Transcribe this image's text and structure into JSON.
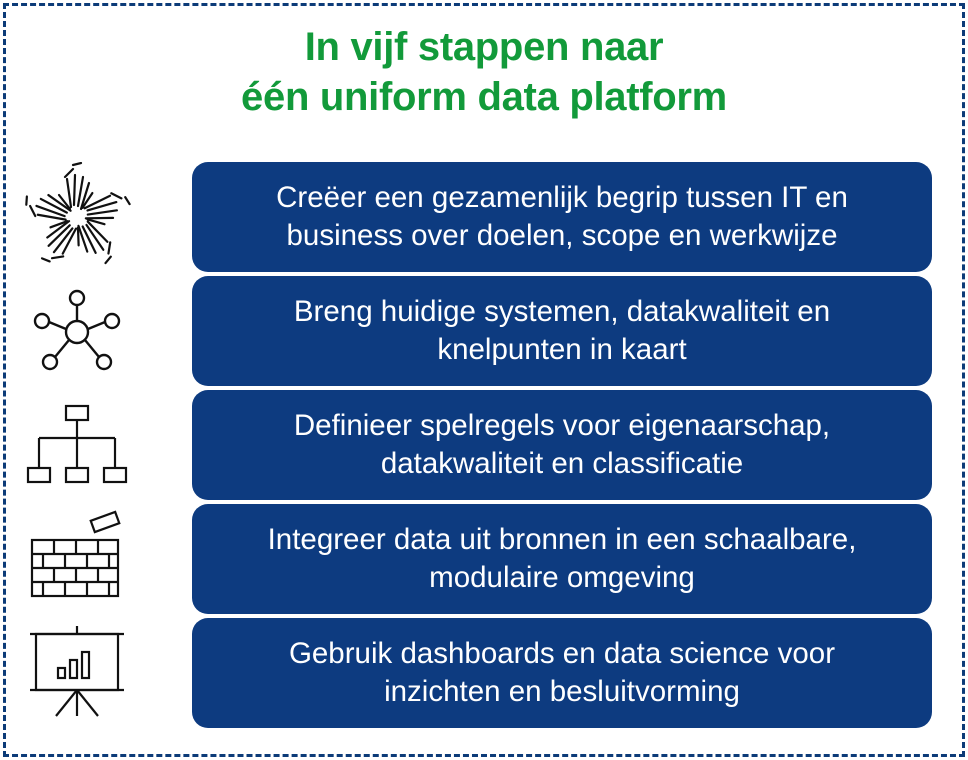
{
  "title": {
    "line1": "In vijf stappen naar",
    "line2": "één uniform data platform"
  },
  "colors": {
    "title": "#129a3a",
    "step_background": "#0d3b80",
    "step_text": "#ffffff",
    "frame_border": "#0c3b78",
    "icon_stroke": "#111111"
  },
  "steps": [
    {
      "icon": "hands-together-icon",
      "line1": "Creëer een gezamenlijk begrip tussen IT en",
      "line2": "business over doelen, scope en werkwijze"
    },
    {
      "icon": "network-hub-icon",
      "line1": "Breng huidige systemen, datakwaliteit en",
      "line2": "knelpunten in kaart"
    },
    {
      "icon": "org-chart-icon",
      "line1": "Definieer spelregels voor eigenaarschap,",
      "line2": "datakwaliteit en classificatie"
    },
    {
      "icon": "brick-wall-icon",
      "line1": "Integreer data uit bronnen in een schaalbare,",
      "line2": "modulaire omgeving"
    },
    {
      "icon": "presentation-board-icon",
      "line1": "Gebruik dashboards en data science voor",
      "line2": "inzichten en besluitvorming"
    }
  ]
}
